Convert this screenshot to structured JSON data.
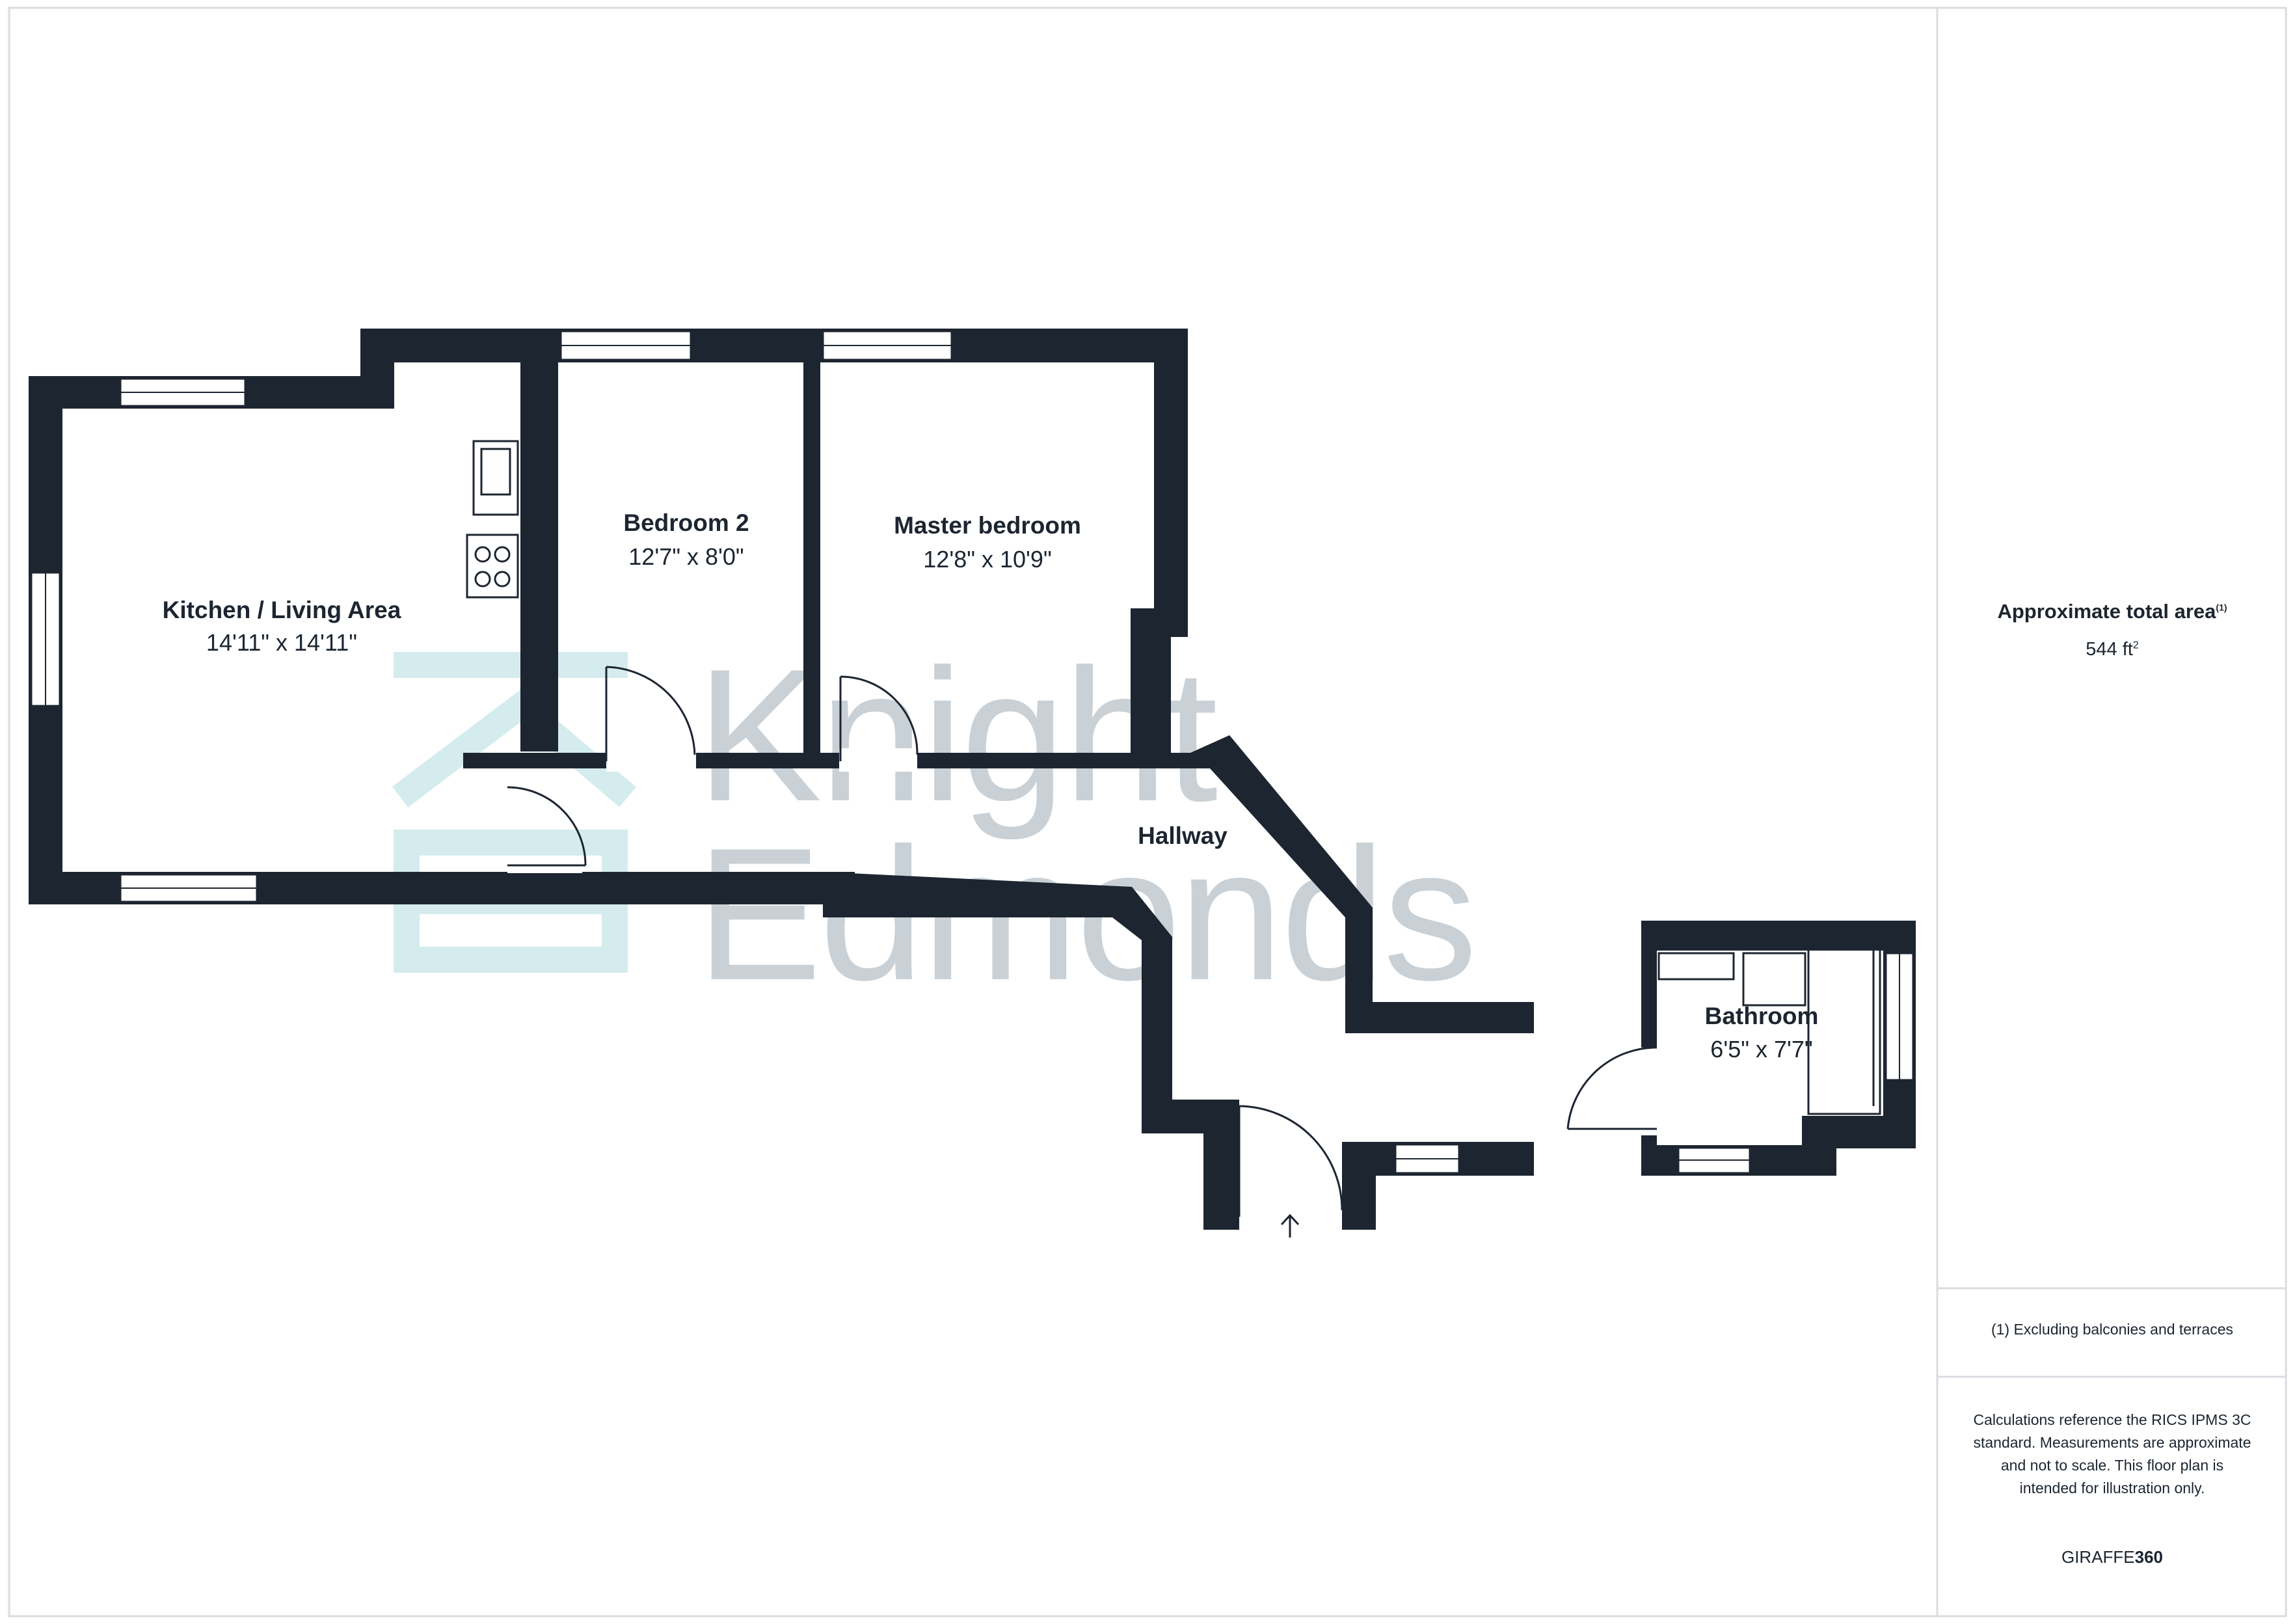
{
  "rooms": {
    "kitchen": {
      "name": "Kitchen / Living Area",
      "dims": "14'11\" x 14'11\""
    },
    "bedroom2": {
      "name": "Bedroom 2",
      "dims": "12'7\" x 8'0\""
    },
    "master": {
      "name": "Master bedroom",
      "dims": "12'8\" x 10'9\""
    },
    "hallway": {
      "name": "Hallway"
    },
    "bathroom": {
      "name": "Bathroom",
      "dims": "6'5\" x 7'7\""
    }
  },
  "watermark": {
    "line1": "Knight",
    "line2": "Edmonds"
  },
  "sidebar": {
    "area_title": "Approximate total area",
    "area_footnote_mark": "(1)",
    "area_value": "544 ft",
    "area_unit_sup": "2",
    "footnote": "(1) Excluding balconies and terraces",
    "disclaimer": "Calculations reference the RICS IPMS 3C standard. Measurements are approximate and not to scale. This floor plan is intended for illustration only.",
    "brand_light": "GIRAFFE",
    "brand_bold": "360"
  },
  "colors": {
    "wall": "#1c2530",
    "watermark_teal": "#d4ecee",
    "watermark_grey": "#c9d1d7",
    "border": "#d9dde1"
  }
}
